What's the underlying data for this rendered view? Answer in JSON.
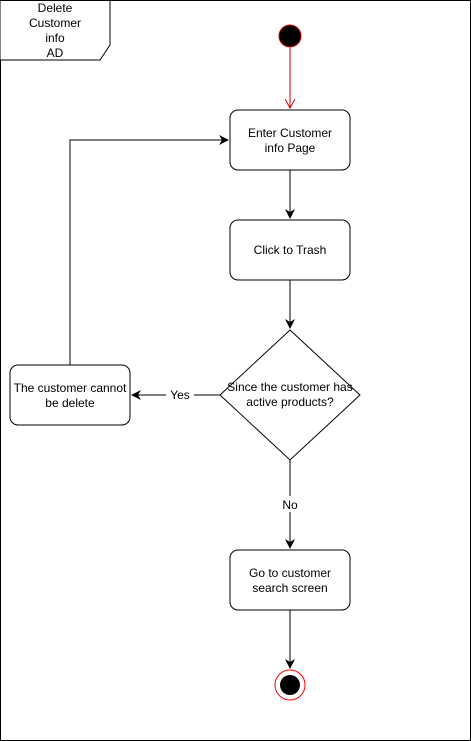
{
  "frame": {
    "title_lines": [
      "Delete",
      "Customer",
      "info",
      "AD"
    ]
  },
  "nodes": {
    "enter_page": [
      "Enter Customer",
      "info Page"
    ],
    "click_trash": [
      "Click to Trash"
    ],
    "decision": [
      "Since the customer has",
      "active products?"
    ],
    "cannot_delete": [
      "The customer cannot",
      "be delete"
    ],
    "search_screen": [
      "Go to customer",
      "search screen"
    ]
  },
  "edges": {
    "yes_label": "Yes",
    "no_label": "No"
  },
  "colors": {
    "start_ring": "#cc0000",
    "end_ring": "#ff0000",
    "initial_edge": "#cc0000",
    "stroke": "#000000"
  }
}
